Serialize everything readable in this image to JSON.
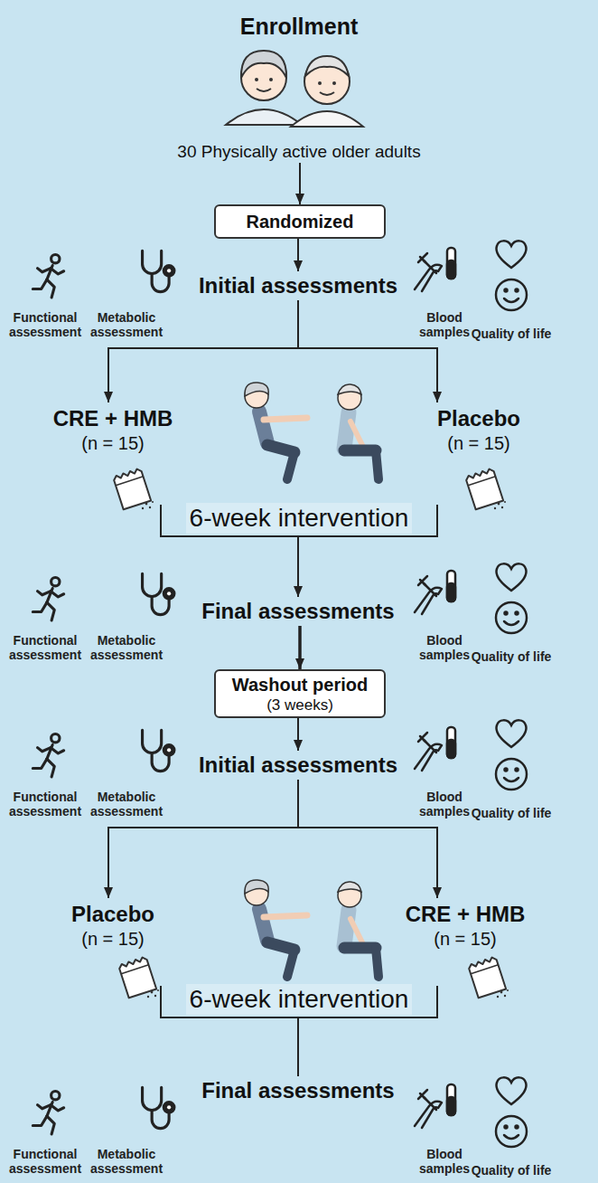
{
  "diagram": {
    "nodes": [
      {
        "text": [
          "Enrollment",
          "30 Physically active older adults"
        ]
      },
      {
        "text": [
          "Randomized"
        ]
      },
      {
        "text": [
          "Initial assessments"
        ]
      },
      {
        "text": [
          "CRE + HMB",
          "(n = 15)"
        ]
      },
      {
        "text": [
          "Placebo",
          "(n = 15)"
        ]
      },
      {
        "text": [
          "6-week intervention"
        ]
      },
      {
        "text": [
          "Final assessments"
        ]
      },
      {
        "text": [
          "Washout period",
          "(3 weeks)"
        ]
      },
      {
        "text": [
          "Initial assessments"
        ]
      },
      {
        "text": [
          "Placebo",
          "(n = 15)"
        ]
      },
      {
        "text": [
          "CRE + HMB",
          "(n = 15)"
        ]
      },
      {
        "text": [
          "6-week intervention"
        ]
      },
      {
        "text": [
          "Final assessments"
        ]
      }
    ],
    "edges": [
      {
        "from": 0,
        "to": 1,
        "arrow": "to"
      },
      {
        "from": 1,
        "to": 2,
        "arrow": "to"
      },
      {
        "from": 2,
        "to": 3,
        "arrow": "to"
      },
      {
        "from": 2,
        "to": 4,
        "arrow": "to"
      },
      {
        "from": 5,
        "to": 6,
        "arrow": "to"
      },
      {
        "from": 6,
        "to": 7,
        "arrow": "to"
      },
      {
        "from": 7,
        "to": 8,
        "arrow": "to"
      },
      {
        "from": 8,
        "to": 9,
        "arrow": "to"
      },
      {
        "from": 8,
        "to": 10,
        "arrow": "to"
      },
      {
        "from": 11,
        "to": 12,
        "arrow": "none"
      }
    ],
    "labels": [
      "Functional assessment",
      "Metabolic assessment",
      "Blood samples",
      "Quality of life",
      "Functional assessment",
      "Metabolic assessment",
      "Blood samples",
      "Quality of life",
      "Functional assessment",
      "Metabolic assessment",
      "Blood samples",
      "Quality of life",
      "Functional assessment",
      "Metabolic assessment",
      "Blood samples",
      "Quality of life"
    ]
  }
}
